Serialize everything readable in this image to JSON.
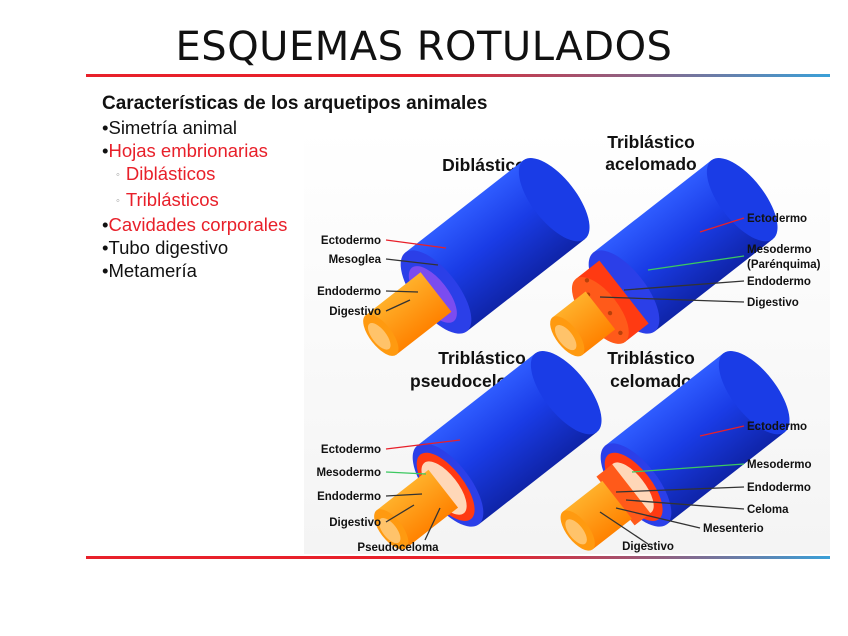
{
  "slide": {
    "title": "ESQUEMAS ROTULADOS"
  },
  "characteristics": {
    "heading": "Características de los arquetipos animales",
    "items": [
      {
        "bullet": "•",
        "text": "Simetría animal"
      },
      {
        "bullet": "•",
        "text": "Hojas embrionarias"
      },
      {
        "bullet": "◦",
        "text": "Diblásticos"
      },
      {
        "bullet": "◦",
        "text": "Triblásticos"
      },
      {
        "bullet": "•",
        "text": "Cavidades corporales"
      },
      {
        "bullet": "•",
        "text": "Tubo digestivo"
      },
      {
        "bullet": "•",
        "text": "Metamería"
      }
    ]
  },
  "diagrams": {
    "diblastico": {
      "title": "Diblástico",
      "labels": [
        "Ectodermo",
        "Mesoglea",
        "Endodermo",
        "Digestivo"
      ]
    },
    "acelomado": {
      "title_line1": "Triblástico",
      "title_line2": "acelomado",
      "labels": [
        "Ectodermo",
        "Mesodermo",
        "(Parénquima)",
        "Endodermo",
        "Digestivo"
      ]
    },
    "pseudocelomado": {
      "title_line1": "Triblástico",
      "title_line2": "pseudocelomado",
      "labels": [
        "Ectodermo",
        "Mesodermo",
        "Endodermo",
        "Digestivo",
        "Pseudoceloma"
      ]
    },
    "celomado": {
      "title_line1": "Triblástico",
      "title_line2": "celomado",
      "labels": [
        "Ectodermo",
        "Mesodermo",
        "Endodermo",
        "Celoma",
        "Mesenterio",
        "Digestivo"
      ]
    }
  },
  "colors": {
    "ectodermo": "#1d3fe0",
    "mesodermo": "#ff3a12",
    "endodermo": "#ff9a10",
    "digestivo": "#ffc36a",
    "mesoglea": "#7b4cf0",
    "accent_red": "#e8202a",
    "accent_blue": "#3aa0d8"
  }
}
